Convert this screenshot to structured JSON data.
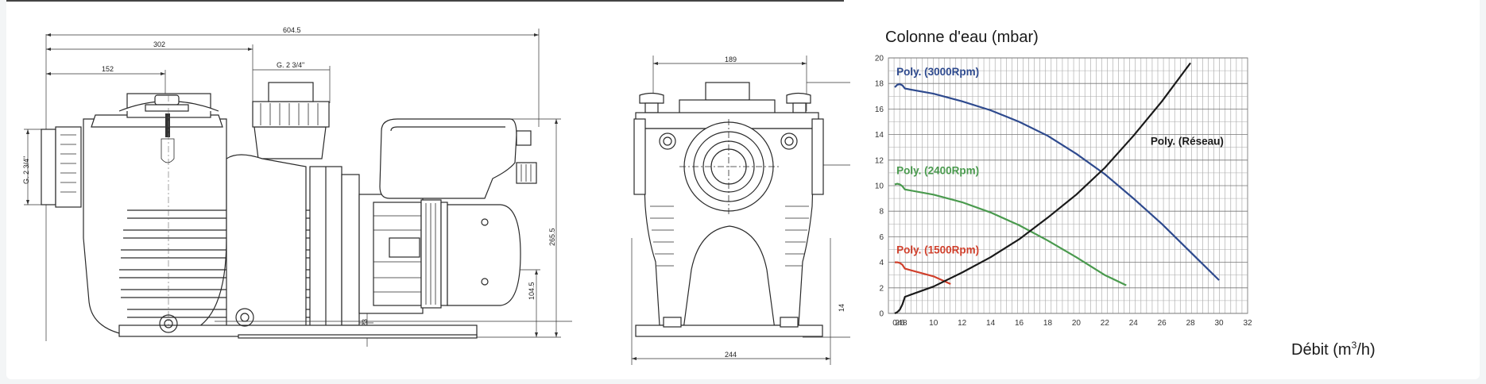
{
  "drawing_side": {
    "dims": {
      "overall_length": "604.5",
      "to_inlet": "302",
      "to_lid": "152",
      "outlet_thread": "G. 2  3/4\"",
      "inlet_thread": "G. 2 3/4\"",
      "height": "265.5",
      "axis_height": "104.5",
      "foot": "23"
    }
  },
  "drawing_front": {
    "dims": {
      "top_width": "189",
      "base_width": "244",
      "edge_dim": "14"
    }
  },
  "chart_data": {
    "type": "line",
    "title": "Colonne d'eau (mbar)",
    "xlabel_main": "Débit (m",
    "xlabel_sup": "3",
    "xlabel_tail": "/h)",
    "xlim": [
      0,
      32
    ],
    "ylim": [
      0,
      20
    ],
    "x_tick_labels": [
      "0",
      "2",
      "4",
      "6",
      "8",
      "10",
      "12",
      "14",
      "16",
      "18",
      "20",
      "22",
      "24",
      "26",
      "28",
      "30",
      "32"
    ],
    "y_tick_labels": [
      "0",
      "2",
      "4",
      "6",
      "8",
      "10",
      "12",
      "14",
      "16",
      "18",
      "20"
    ],
    "series": [
      {
        "name": "Poly. (3000Rpm)",
        "color": "#2e4a8e",
        "x": [
          0,
          2,
          4,
          6,
          8,
          10,
          12,
          14,
          16,
          18,
          20,
          22,
          24,
          26,
          28,
          30
        ],
        "y": [
          17.7,
          17.9,
          17.95,
          17.85,
          17.6,
          17.2,
          16.6,
          15.9,
          15.0,
          13.9,
          12.5,
          10.9,
          9.0,
          7.0,
          4.8,
          2.6
        ]
      },
      {
        "name": "Poly. (2400Rpm)",
        "color": "#4a9a4e",
        "x": [
          0,
          2,
          4,
          6,
          8,
          10,
          12,
          14,
          16,
          18,
          20,
          22,
          23.5
        ],
        "y": [
          10.1,
          10.15,
          10.1,
          9.95,
          9.7,
          9.3,
          8.7,
          7.9,
          6.9,
          5.7,
          4.4,
          3.0,
          2.2
        ]
      },
      {
        "name": "Poly. (1500Rpm)",
        "color": "#d0402c",
        "x": [
          0,
          2,
          4,
          6,
          8,
          10,
          11.2
        ],
        "y": [
          4.0,
          4.0,
          3.95,
          3.8,
          3.5,
          2.9,
          2.3
        ]
      },
      {
        "name": "Poly. (Réseau)",
        "color": "#1a1a1a",
        "x": [
          0,
          2,
          4,
          6,
          8,
          10,
          12,
          14,
          16,
          18,
          20,
          22,
          24,
          26,
          28
        ],
        "y": [
          0,
          0.1,
          0.3,
          0.7,
          1.3,
          2.1,
          3.2,
          4.4,
          5.8,
          7.5,
          9.3,
          11.4,
          13.9,
          16.6,
          19.6
        ]
      }
    ]
  }
}
